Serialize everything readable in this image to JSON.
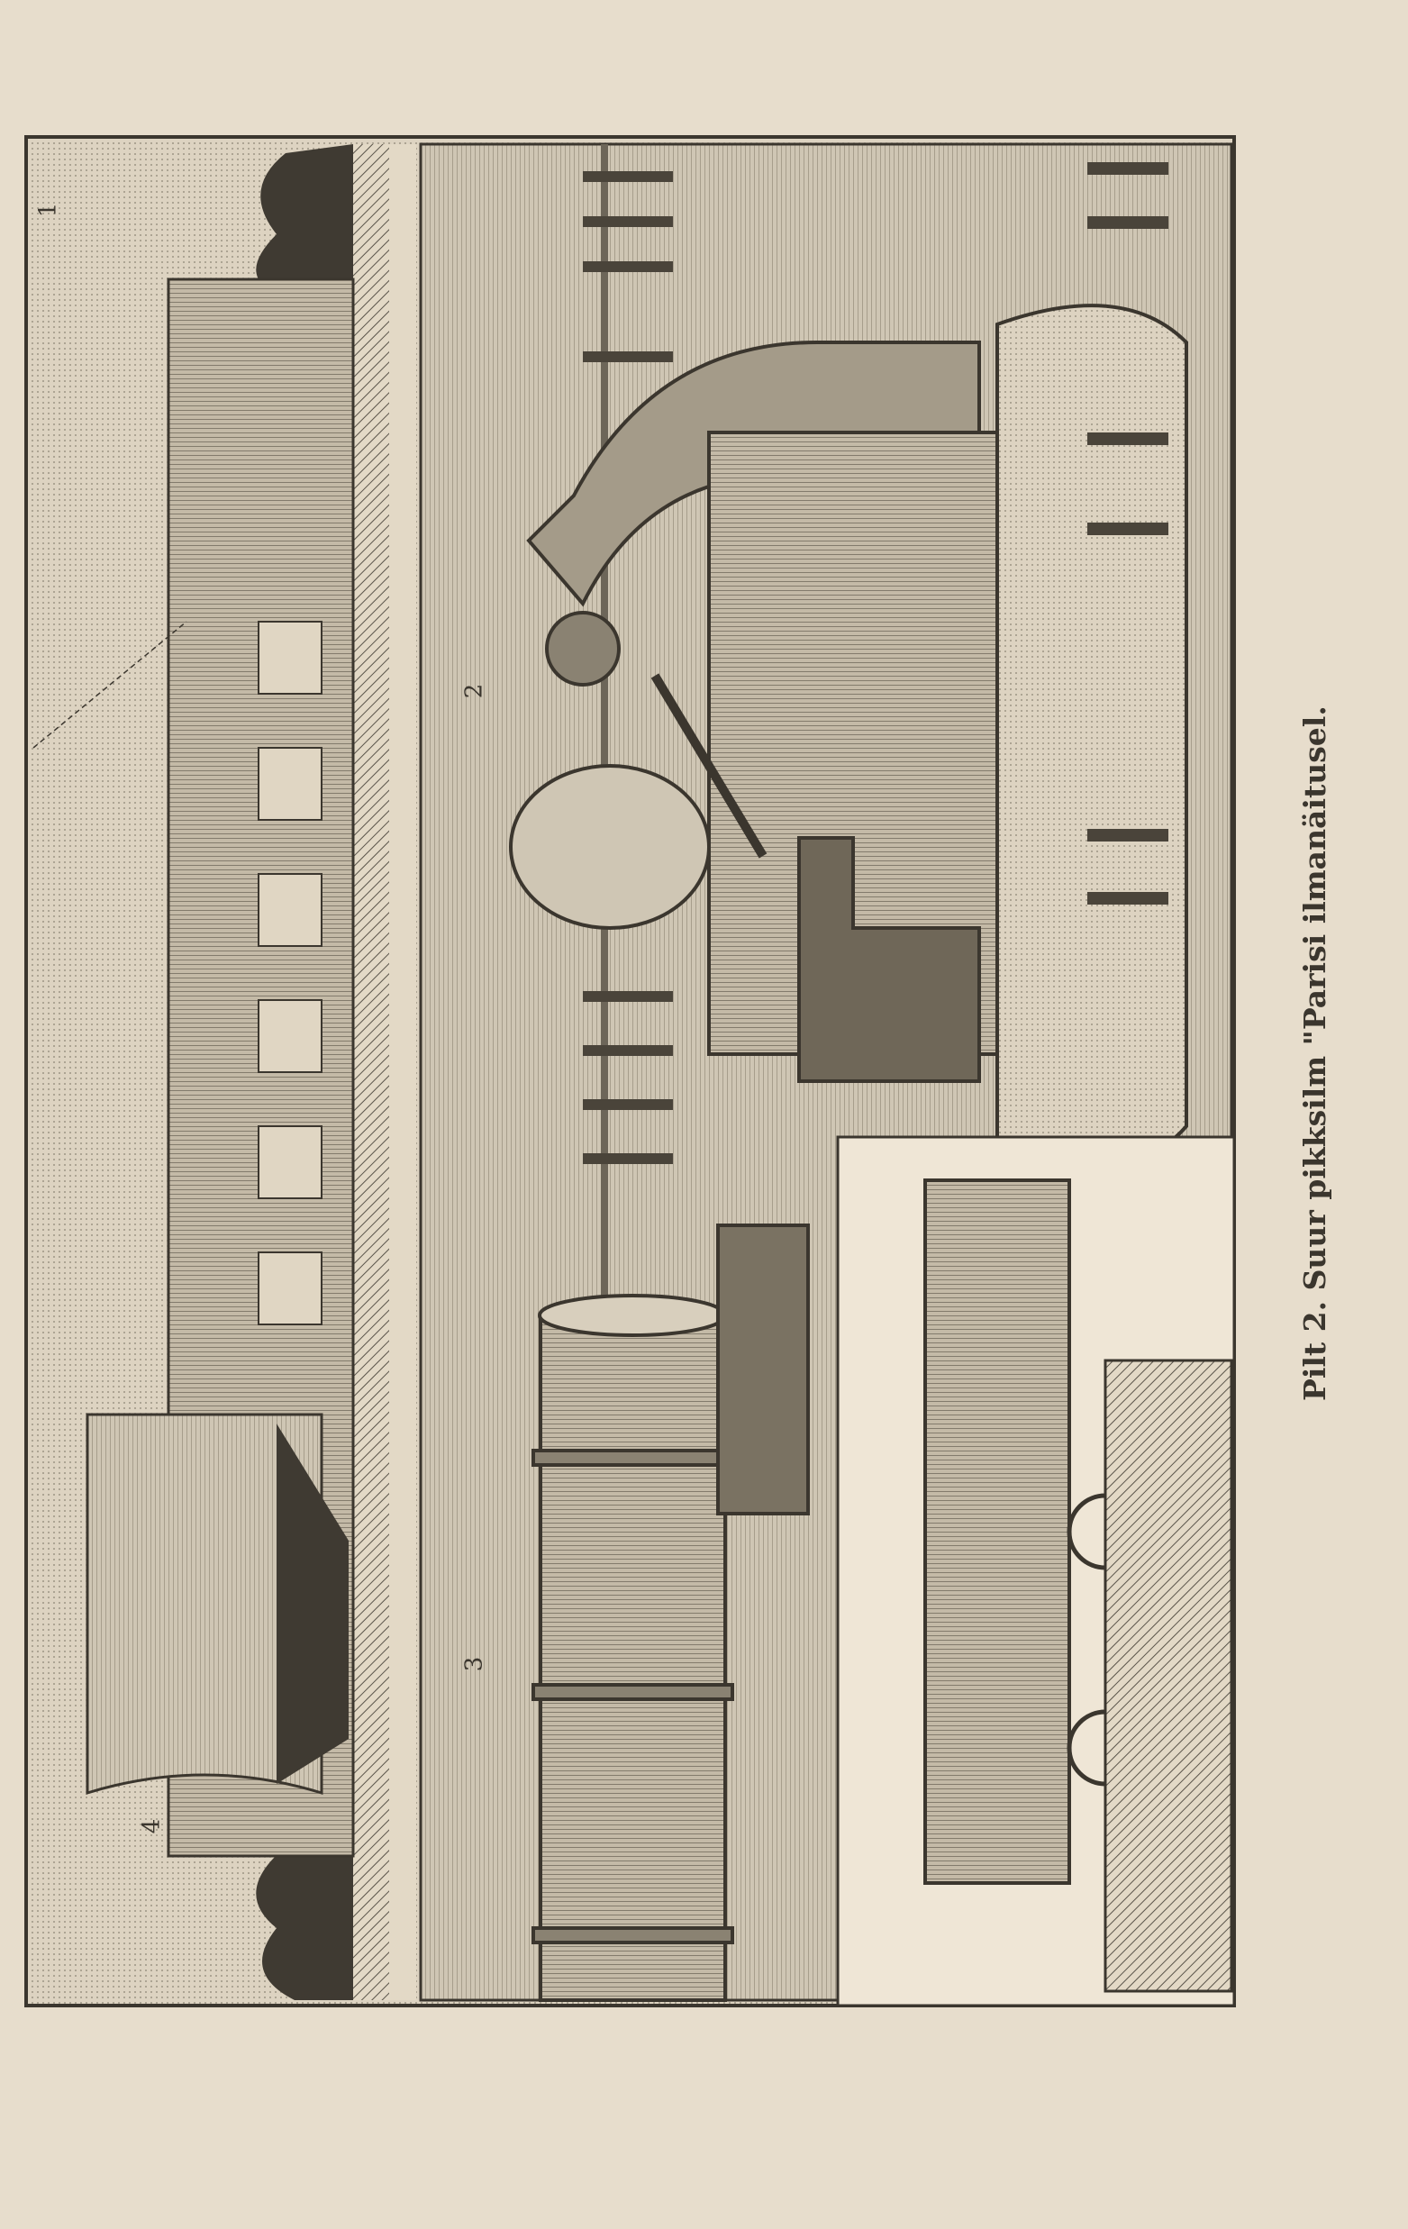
{
  "figure": {
    "caption_number": "Pilt 2.",
    "caption_text": "Suur pikksilm \"Parisi ilmanäitusel.",
    "panel_labels": [
      "1",
      "2",
      "3",
      "4"
    ]
  },
  "colors": {
    "paper": "#e7ddcc",
    "ink": "#3b362e",
    "shade": "#b2a998",
    "inset": "#efe6d6"
  }
}
